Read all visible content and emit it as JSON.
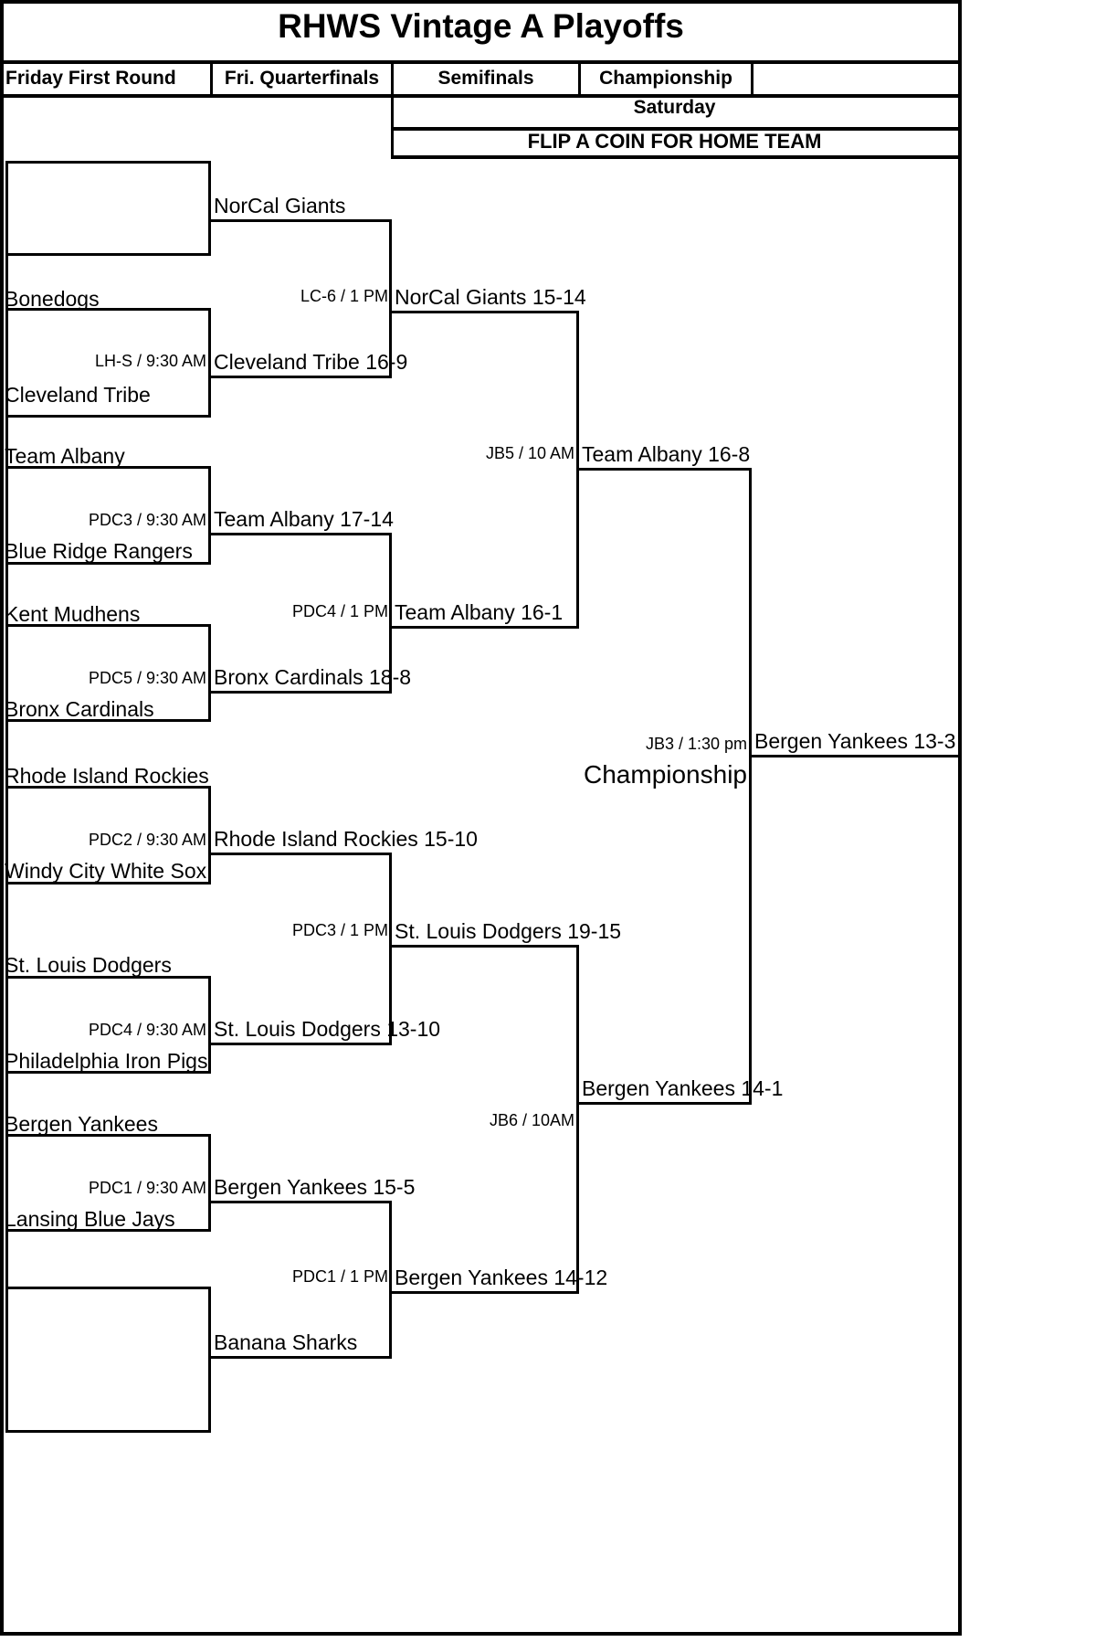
{
  "title": "RHWS Vintage A Playoffs",
  "headers": [
    {
      "label": "Friday First Round"
    },
    {
      "label": "Fri. Quarterfinals"
    },
    {
      "label": "Semifinals"
    },
    {
      "label": "Championship"
    },
    {
      "label": ""
    }
  ],
  "notes": {
    "day": "Saturday",
    "coin_flip": "FLIP A COIN FOR HOME TEAM"
  },
  "chart_data": {
    "type": "table",
    "title": "RHWS Vintage A Playoffs",
    "rounds": [
      "Friday First Round",
      "Fri. Quarterfinals",
      "Semifinals",
      "Championship"
    ],
    "first_round": [
      {
        "teams": [
          "",
          ""
        ],
        "game": "",
        "winner": "NorCal Giants"
      },
      {
        "teams": [
          "Bonedogs",
          "Cleveland Tribe"
        ],
        "game": "LH-S / 9:30 AM",
        "winner": "Cleveland Tribe 16-9"
      },
      {
        "teams": [
          "Team Albany",
          "Blue Ridge Rangers"
        ],
        "game": "PDC3 / 9:30 AM",
        "winner": "Team Albany 17-14"
      },
      {
        "teams": [
          "Kent Mudhens",
          "Bronx Cardinals"
        ],
        "game": "PDC5 / 9:30 AM",
        "winner": "Bronx Cardinals 18-8"
      },
      {
        "teams": [
          "Rhode Island Rockies",
          "Windy City White Sox"
        ],
        "game": "PDC2 / 9:30 AM",
        "winner": "Rhode Island Rockies 15-10"
      },
      {
        "teams": [
          "St. Louis Dodgers",
          "Philadelphia Iron Pigs"
        ],
        "game": "PDC4 / 9:30 AM",
        "winner": "St. Louis Dodgers 13-10"
      },
      {
        "teams": [
          "Bergen Yankees",
          "Lansing Blue Jays"
        ],
        "game": "PDC1 / 9:30 AM",
        "winner": "Bergen Yankees 15-5"
      },
      {
        "teams": [
          "",
          ""
        ],
        "game": "",
        "winner": "Banana Sharks"
      }
    ],
    "quarterfinals": [
      {
        "game": "LC-6 / 1 PM",
        "winner": "NorCal Giants 15-14"
      },
      {
        "game": "PDC4 / 1 PM",
        "winner": "Team Albany 16-1"
      },
      {
        "game": "PDC3 / 1 PM",
        "winner": "St. Louis Dodgers 19-15"
      },
      {
        "game": "PDC1 / 1 PM",
        "winner": "Bergen Yankees 14-12"
      }
    ],
    "semifinals": [
      {
        "game": "JB5 / 10 AM",
        "winner": "Team Albany 16-8"
      },
      {
        "game": "JB6 / 10AM",
        "winner": "Bergen Yankees 14-1"
      }
    ],
    "championship": {
      "game": "JB3 / 1:30 pm",
      "label": "Championship",
      "winner": "Bergen Yankees 13-3"
    }
  },
  "bracket": {
    "r1": {
      "slot1_top": "",
      "slot1_bottom": "",
      "slot1_game": "",
      "slot1_winner": "NorCal Giants",
      "slot2_top": "Bonedogs",
      "slot2_bottom": "Cleveland Tribe",
      "slot2_game": "LH-S / 9:30 AM",
      "slot2_winner": "Cleveland Tribe 16-9",
      "slot3_top": "Team Albany",
      "slot3_bottom": "Blue Ridge Rangers",
      "slot3_game": "PDC3 / 9:30 AM",
      "slot3_winner": "Team Albany 17-14",
      "slot4_top": "Kent Mudhens",
      "slot4_bottom": "Bronx Cardinals",
      "slot4_game": "PDC5 / 9:30 AM",
      "slot4_winner": "Bronx Cardinals 18-8",
      "slot5_top": "Rhode Island Rockies",
      "slot5_bottom": "Windy City White Sox",
      "slot5_game": "PDC2 / 9:30 AM",
      "slot5_winner": "Rhode Island Rockies 15-10",
      "slot6_top": "St. Louis Dodgers",
      "slot6_bottom": "Philadelphia Iron Pigs",
      "slot6_game": "PDC4 / 9:30 AM",
      "slot6_winner": "St. Louis Dodgers 13-10",
      "slot7_top": "Bergen Yankees",
      "slot7_bottom": "Lansing Blue Jays",
      "slot7_game": "PDC1 / 9:30 AM",
      "slot7_winner": "Bergen Yankees 15-5",
      "slot8_top": "",
      "slot8_bottom": "",
      "slot8_game": "",
      "slot8_winner": "Banana Sharks"
    },
    "qf": {
      "g1_game": "LC-6 / 1 PM",
      "g1_winner": "NorCal Giants 15-14",
      "g2_game": "PDC4 / 1 PM",
      "g2_winner": "Team Albany 16-1",
      "g3_game": "PDC3 / 1 PM",
      "g3_winner": "St. Louis Dodgers 19-15",
      "g4_game": "PDC1 / 1 PM",
      "g4_winner": "Bergen Yankees 14-12"
    },
    "sf": {
      "g1_game": "JB5 / 10 AM",
      "g1_winner": "Team Albany 16-8",
      "g2_game": "JB6 / 10AM",
      "g2_winner": "Bergen Yankees 14-1"
    },
    "final": {
      "game": "JB3 / 1:30 pm",
      "label": "Championship",
      "winner": "Bergen Yankees 13-3"
    }
  }
}
